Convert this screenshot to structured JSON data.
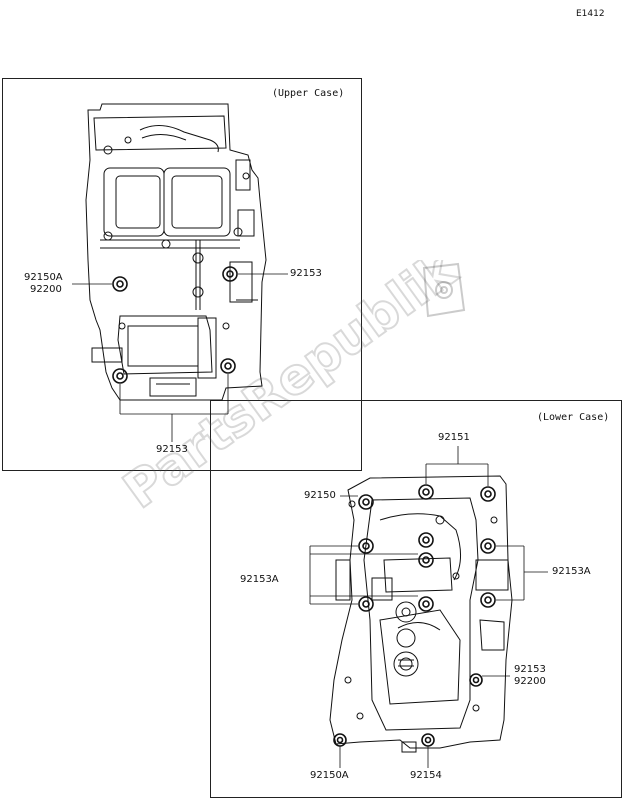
{
  "diagram_code": "E1412",
  "upper_case": {
    "title": "(Upper Case)",
    "labels": {
      "l_92150A": "92150A",
      "l_92200": "92200",
      "l_92153_right": "92153",
      "l_92153_bottom": "92153"
    }
  },
  "lower_case": {
    "title": "(Lower Case)",
    "labels": {
      "l_92151": "92151",
      "l_92150": "92150",
      "l_92153A_left": "92153A",
      "l_92153A_right": "92153A",
      "l_92153": "92153",
      "l_92200": "92200",
      "l_92150A": "92150A",
      "l_92154": "92154"
    }
  },
  "watermark": {
    "text": "PartsRepublik",
    "icon": "gear-icon"
  }
}
